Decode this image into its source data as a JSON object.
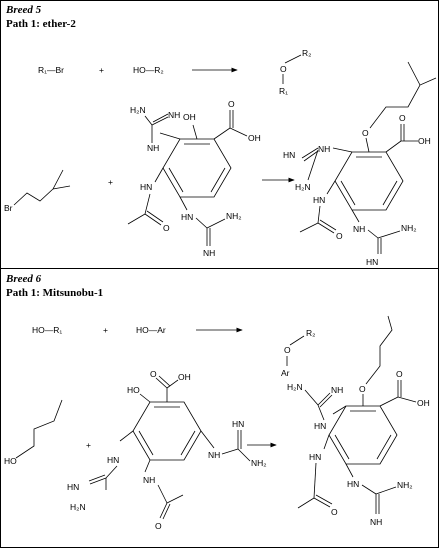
{
  "section1": {
    "breed": "Breed 5",
    "path": "Path 1: ether-2",
    "reaction": {
      "reactant1": "R₁—Br",
      "plus": "+",
      "reactant2": "HO—R₂",
      "product_o": "O",
      "product_r2": "R₂",
      "product_r1": "R₁"
    },
    "molecule_labels": {
      "h2n_1": "H₂N",
      "nh_1": "NH",
      "oh_1": "OH",
      "o_acid": "O",
      "oh_acid": "OH",
      "hn_1": "HN",
      "nh_2": "NH",
      "nh2_2": "NH₂",
      "o_amide": "O",
      "hn_2": "HN",
      "br": "Br",
      "plus": "+"
    },
    "product_labels": {
      "o_ether": "O",
      "o_acid": "O",
      "oh_acid": "OH",
      "hn_1": "HN",
      "nh_1": "NH",
      "h2n": "H₂N",
      "hn_2": "HN",
      "nh_2": "NH",
      "o_amide": "O",
      "nh2": "NH₂",
      "hn_3": "HN"
    }
  },
  "section2": {
    "breed": "Breed 6",
    "path": "Path 1: Mitsunobu-1",
    "reaction": {
      "reactant1": "HO—R₁",
      "plus": "+",
      "reactant2": "HO—Ar",
      "product_o": "O",
      "product_r2": "R₂",
      "product_ar": "Ar"
    },
    "molecule_labels": {
      "ho_alcohol": "HO",
      "plus": "+",
      "o_acid": "O",
      "oh_acid": "OH",
      "ho_phenol": "HO",
      "nh_1": "NH",
      "h2n_1": "H₂N",
      "hn_1": "HN",
      "hn_2": "HN",
      "nh_2": "NH",
      "nh2_1": "NH₂",
      "o_amide": "O"
    },
    "product_labels": {
      "o_ether": "O",
      "h2n": "H₂N",
      "nh_1": "NH",
      "o_acid": "O",
      "oh_acid": "OH",
      "hn_1": "HN",
      "hn_2": "HN",
      "hn_3": "HN",
      "nh_2": "NH",
      "nh2": "NH₂",
      "o_amide": "O"
    }
  }
}
